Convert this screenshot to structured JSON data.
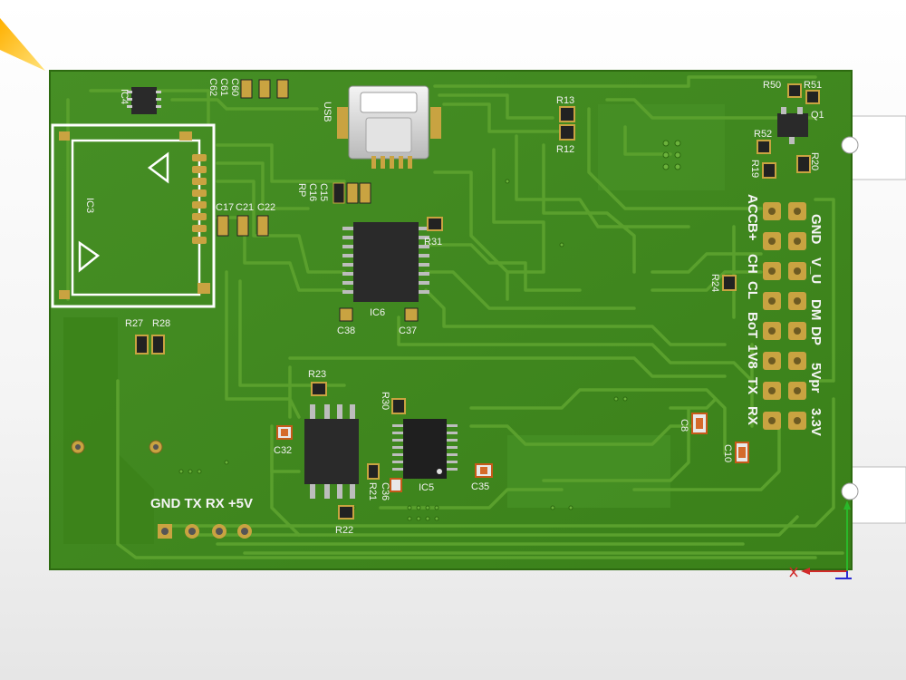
{
  "board": {
    "labels": {
      "ic3": "IC3",
      "ic4": "IC4",
      "ic5": "IC5",
      "ic6": "IC6",
      "usb": "USB",
      "q1": "Q1",
      "c60": "C60",
      "c61": "C61",
      "c62": "C62",
      "c15": "C15",
      "c16": "C16",
      "rp": "RP",
      "c17": "C17",
      "c21": "C21",
      "c22": "C22",
      "r13": "R13",
      "r12": "R12",
      "r31": "R31",
      "r50": "R50",
      "r51": "R51",
      "r52": "R52",
      "r19": "R19",
      "r20": "R20",
      "r24": "R24",
      "r27": "R27",
      "r28": "R28",
      "c38": "C38",
      "c37": "C37",
      "r23": "R23",
      "r30": "R30",
      "c32": "C32",
      "r21": "R21",
      "c36": "C36",
      "c35": "C35",
      "r22": "R22",
      "c8": "C8",
      "c10": "C10"
    },
    "header_left": [
      "ACC",
      "B+",
      "CH",
      "CL",
      "BoT",
      "1V8",
      "TX",
      "RX"
    ],
    "header_right": [
      "GND",
      "V_U",
      "DM",
      "DP",
      "5Vpr",
      "3.3V"
    ],
    "bottom_connector": "GND TX RX +5V"
  },
  "colors": {
    "board": "#3f8a1f",
    "board_dark": "#2f6d12",
    "copper_trace": "#5ea22f",
    "pad_gold": "#c9a341",
    "silkscreen": "#ffffff",
    "ic_body": "#2a2a2a"
  }
}
